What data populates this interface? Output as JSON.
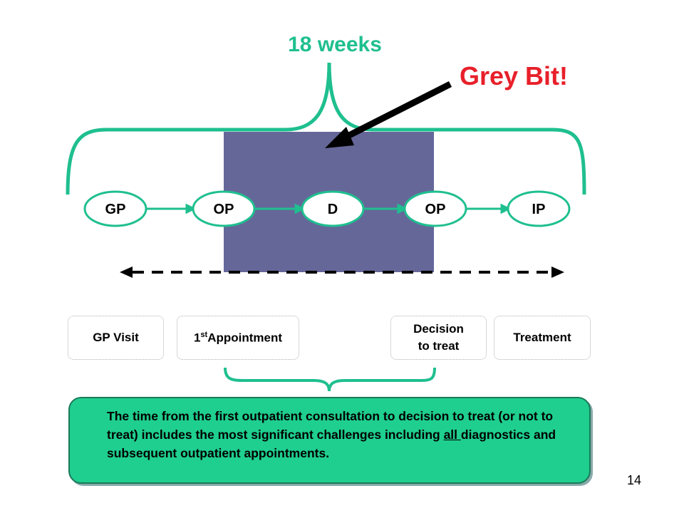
{
  "heading": "18 weeks",
  "callout": "Grey Bit!",
  "nodes": [
    "GP",
    "OP",
    "D",
    "OP",
    "IP"
  ],
  "stages": {
    "gp_visit": "GP Visit",
    "first_appointment_num": "1",
    "first_appointment_sup": "st",
    "first_appointment_text": "Appointment",
    "decision_line1": "Decision",
    "decision_line2": "to treat",
    "treatment": "Treatment"
  },
  "info": {
    "part1": "The time from the first outpatient consultation to decision to treat (or not to treat) includes the most significant challenges including ",
    "underlined": "all ",
    "part2": "diagnostics and subsequent outpatient appointments."
  },
  "page_number": "14",
  "colors": {
    "accent": "#1fbf8f",
    "grey_block": "#656799",
    "callout": "#e8202a",
    "info_fill": "#1fcf8f"
  }
}
